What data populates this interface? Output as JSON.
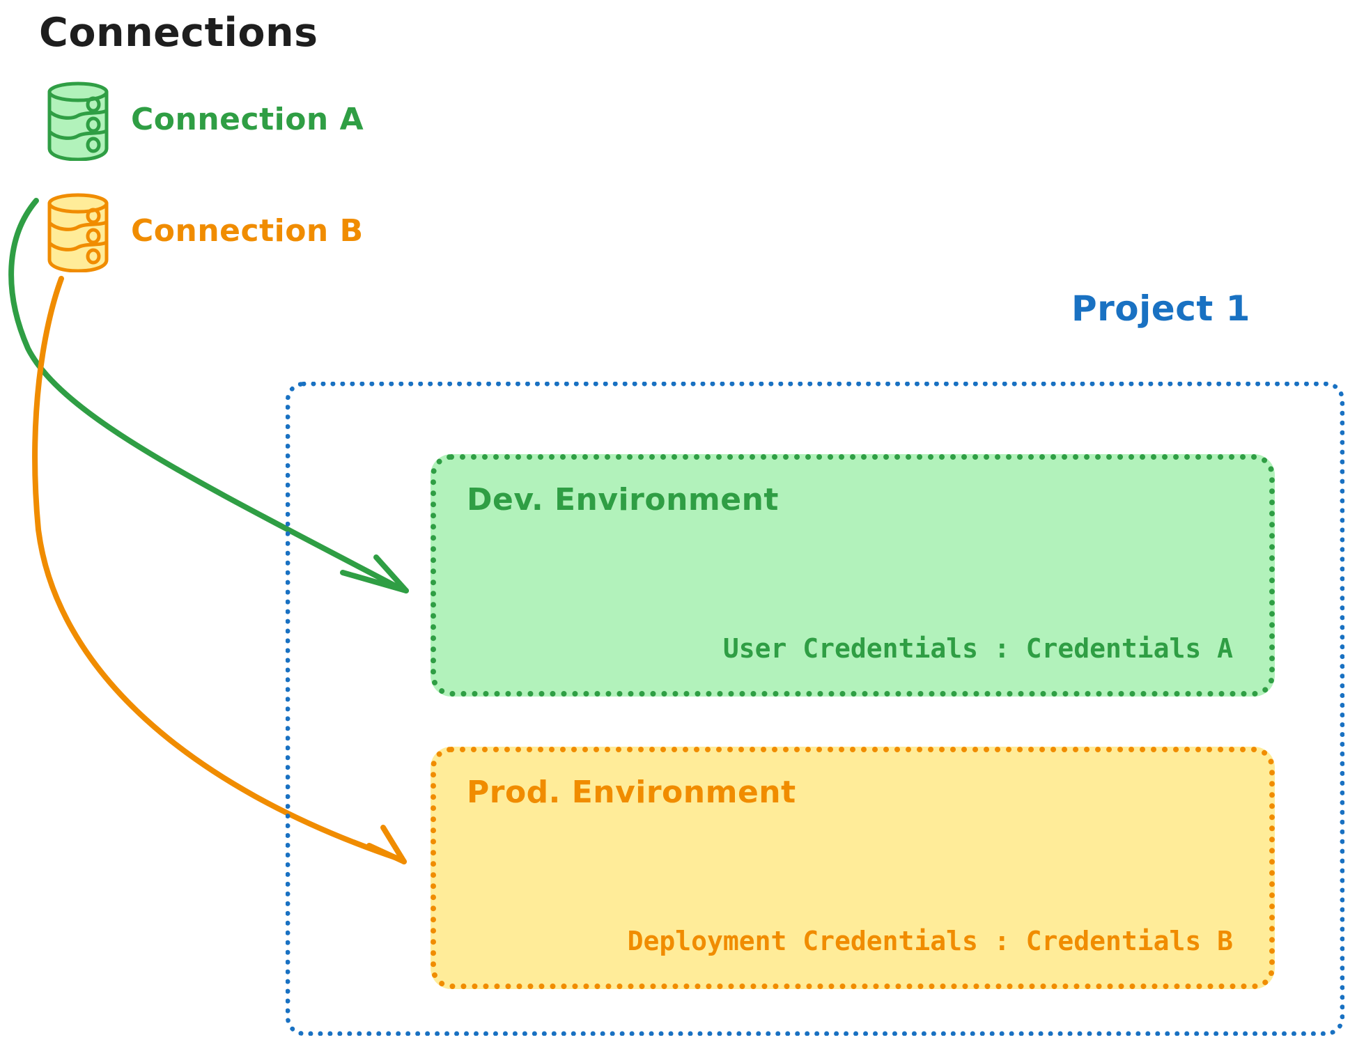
{
  "page": {
    "title": "Connections",
    "background": "#ffffff"
  },
  "colors": {
    "title_text": "#1e1e1e",
    "green_stroke": "#2f9e44",
    "green_fill": "#b2f2bb",
    "orange_stroke": "#f08c00",
    "orange_fill": "#ffec99",
    "blue_stroke": "#1971c2"
  },
  "connections": [
    {
      "id": "connection-a",
      "label": "Connection A",
      "icon": "database-cylinder-icon",
      "color": "#2f9e44"
    },
    {
      "id": "connection-b",
      "label": "Connection B",
      "icon": "database-cylinder-icon",
      "color": "#f08c00"
    }
  ],
  "project": {
    "title": "Project 1",
    "border_style": "dotted",
    "color": "#1971c2",
    "environments": [
      {
        "id": "dev-environment",
        "title": "Dev. Environment",
        "credentials_label": "User Credentials : Credentials A",
        "fill": "#b2f2bb",
        "stroke": "#2f9e44"
      },
      {
        "id": "prod-environment",
        "title": "Prod. Environment",
        "credentials_label": "Deployment Credentials : Credentials B",
        "fill": "#ffec99",
        "stroke": "#f08c00"
      }
    ]
  },
  "arrows": [
    {
      "id": "arrow-connection-a-to-dev",
      "from": "connection-a",
      "to": "dev-environment",
      "color": "#2f9e44"
    },
    {
      "id": "arrow-connection-b-to-prod",
      "from": "connection-b",
      "to": "prod-environment",
      "color": "#f08c00"
    }
  ]
}
